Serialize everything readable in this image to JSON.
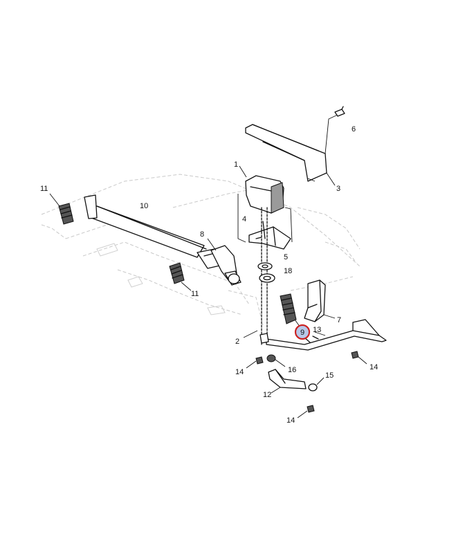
{
  "diagram": {
    "callouts": {
      "c1": "1",
      "c2": "2",
      "c3": "3",
      "c4": "4",
      "c5": "5",
      "c6": "6",
      "c7": "7",
      "c8": "8",
      "c9": "9",
      "c10": "10",
      "c11a": "11",
      "c11b": "11",
      "c12": "12",
      "c13": "13",
      "c14a": "14",
      "c14b": "14",
      "c14c": "14",
      "c15": "15",
      "c16": "16",
      "c18": "18"
    },
    "highlighted_callout": "9",
    "highlight_color": "#cc2222",
    "highlight_fill": "#b8c8e8"
  }
}
